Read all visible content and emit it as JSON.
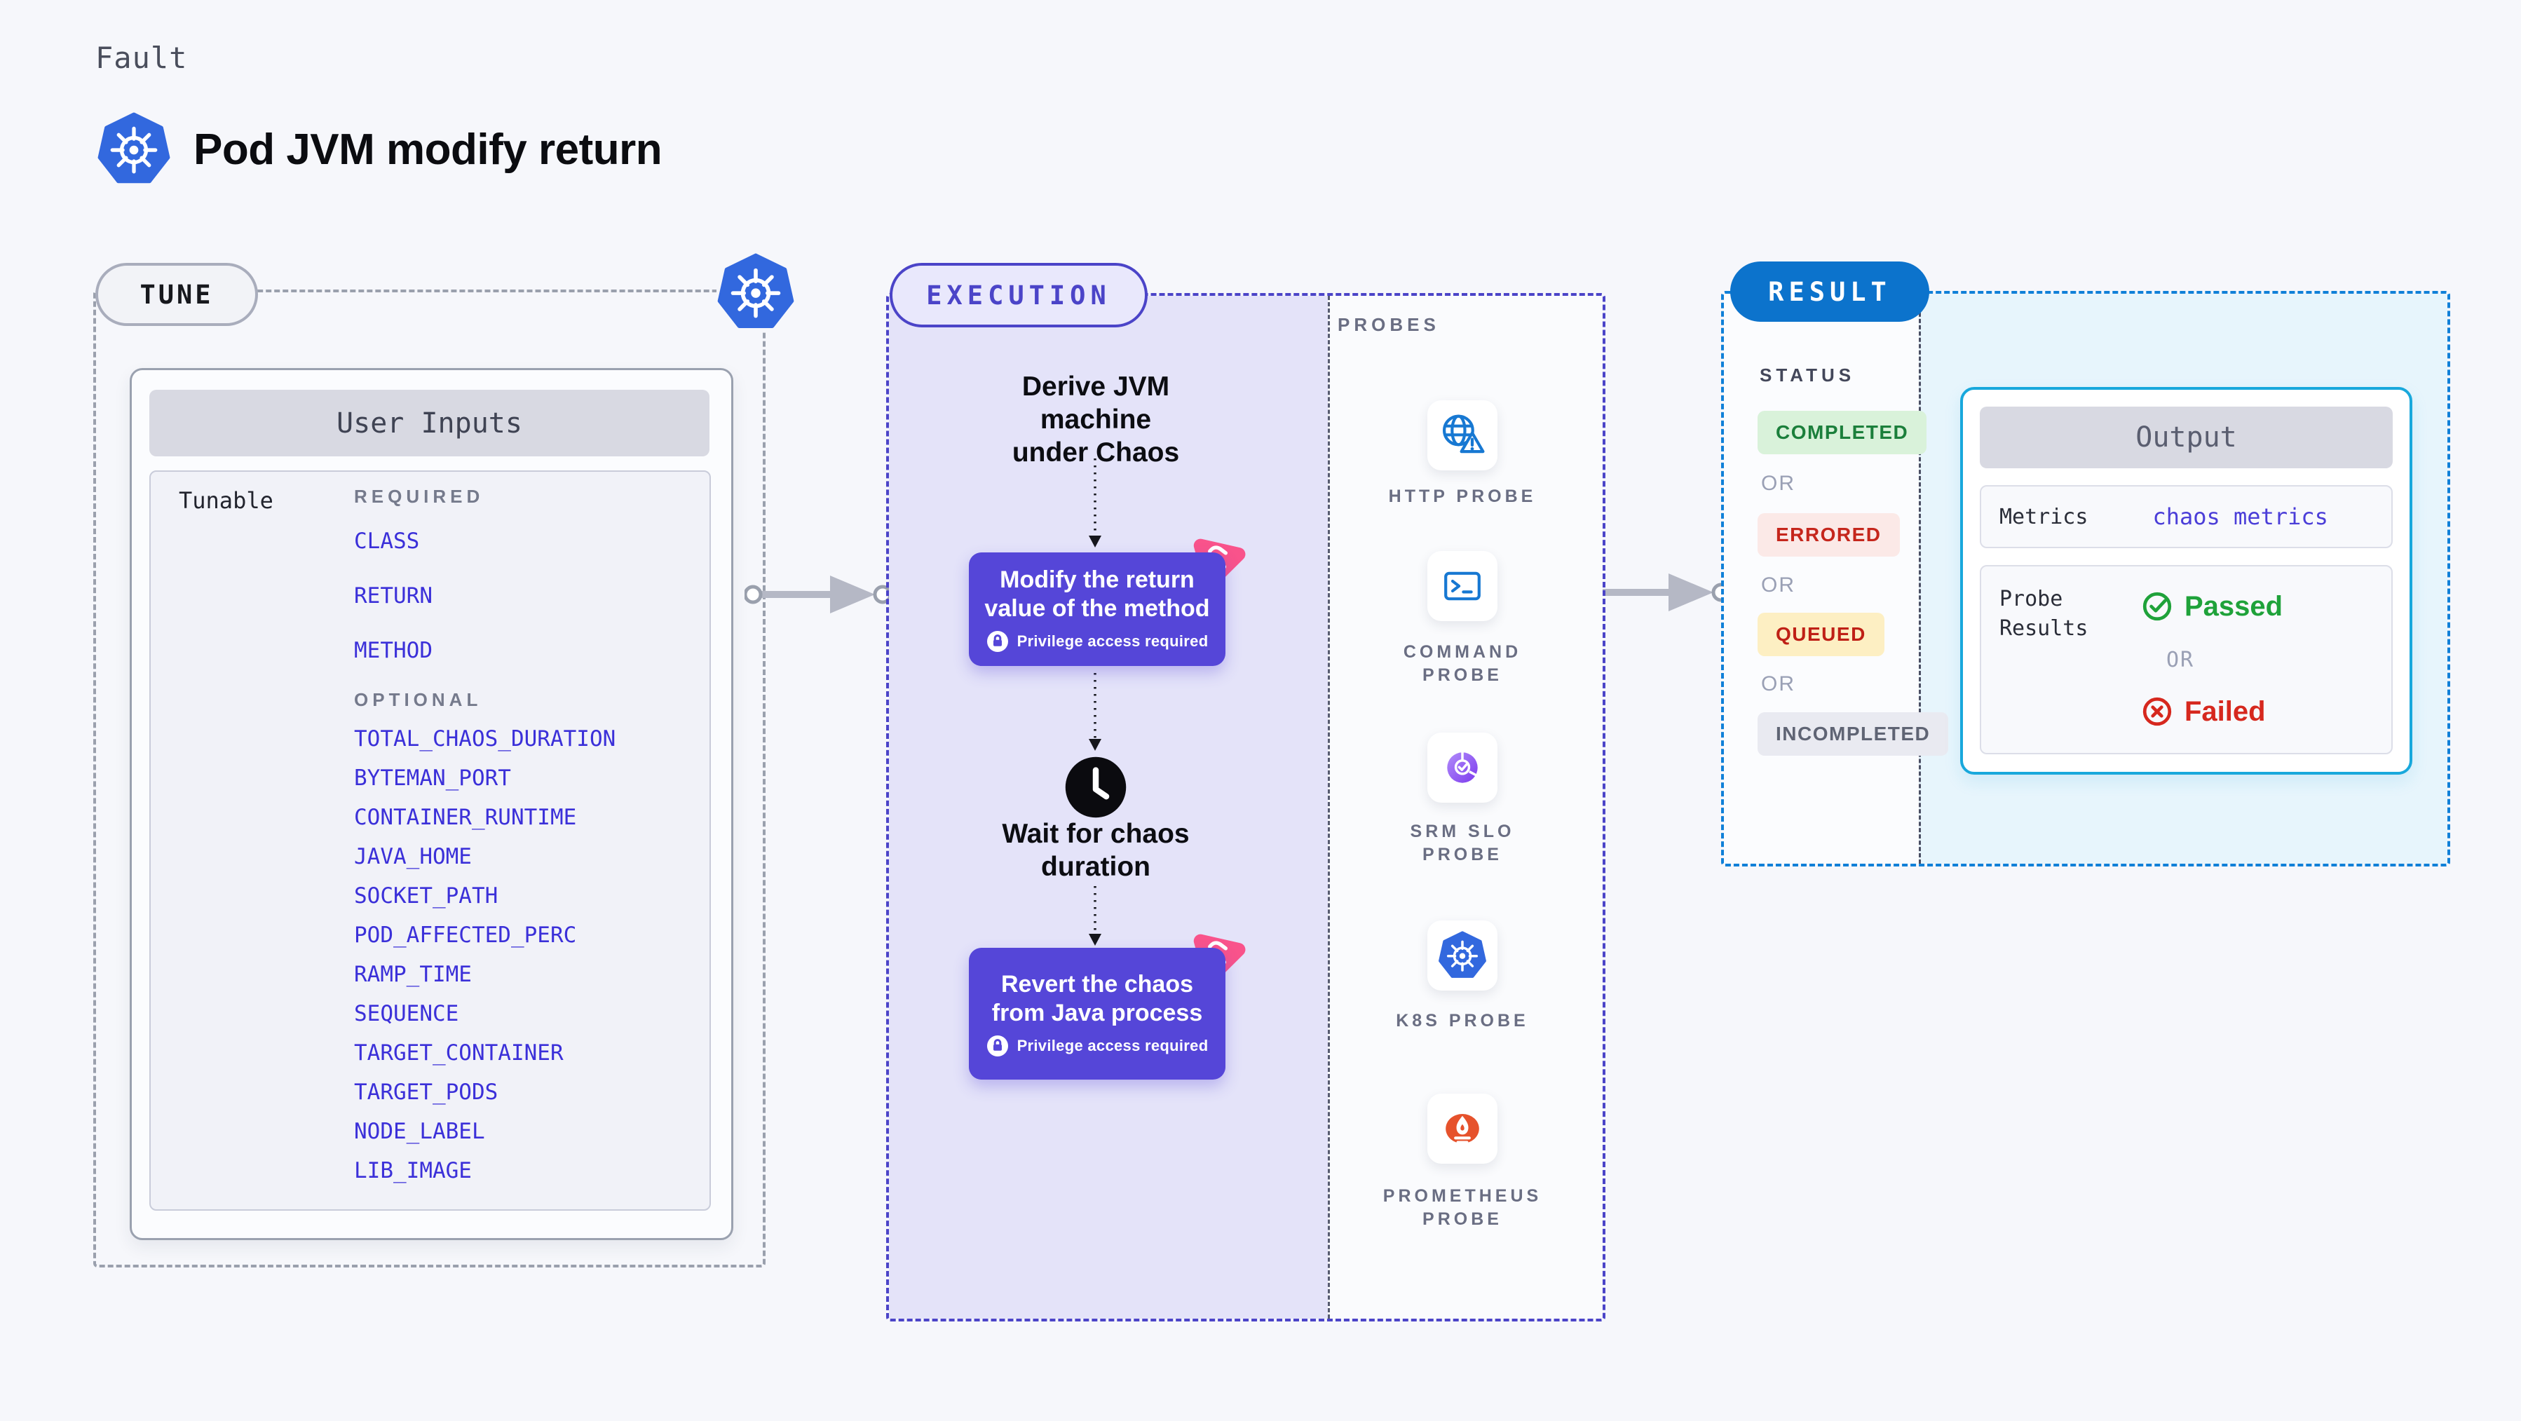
{
  "header": {
    "eyebrow": "Fault",
    "title": "Pod JVM modify return"
  },
  "tune": {
    "badge": "TUNE",
    "card_title": "User Inputs",
    "row_label": "Tunable",
    "required_label": "REQUIRED",
    "optional_label": "OPTIONAL",
    "required_items": [
      "CLASS",
      "RETURN",
      "METHOD"
    ],
    "optional_items": [
      "TOTAL_CHAOS_DURATION",
      "BYTEMAN_PORT",
      "CONTAINER_RUNTIME",
      "JAVA_HOME",
      "SOCKET_PATH",
      "POD_AFFECTED_PERC",
      "RAMP_TIME",
      "SEQUENCE",
      "TARGET_CONTAINER",
      "TARGET_PODS",
      "NODE_LABEL",
      "LIB_IMAGE"
    ]
  },
  "execution": {
    "badge": "EXECUTION",
    "derive_line1": "Derive JVM machine",
    "derive_line2": "under Chaos",
    "modify_line1": "Modify the return",
    "modify_line2": "value of the method",
    "wait_line1": "Wait for chaos",
    "wait_line2": "duration",
    "revert_line1": "Revert the chaos",
    "revert_line2": "from Java process",
    "privilege_note": "Privilege access required",
    "probes_label": "PROBES",
    "probes": [
      {
        "line1": "HTTP PROBE",
        "line2": "",
        "icon": "globe-alert"
      },
      {
        "line1": "COMMAND",
        "line2": "PROBE",
        "icon": "terminal"
      },
      {
        "line1": "SRM SLO",
        "line2": "PROBE",
        "icon": "slo-gauge"
      },
      {
        "line1": "K8S PROBE",
        "line2": "",
        "icon": "kubernetes"
      },
      {
        "line1": "PROMETHEUS",
        "line2": "PROBE",
        "icon": "prometheus"
      }
    ]
  },
  "result": {
    "badge": "RESULT",
    "status_label": "STATUS",
    "or_label": "OR",
    "statuses": [
      {
        "label": "COMPLETED",
        "style": "color:#1b7f3b;background:#d9f2da;"
      },
      {
        "label": "ERRORED",
        "style": "color:#c5261c;background:#fbe9e7;"
      },
      {
        "label": "QUEUED",
        "style": "color:#bf2016;background:#fdefc3;"
      },
      {
        "label": "INCOMPLETED",
        "style": "color:#5f6474;background:#e9eaf1;"
      }
    ],
    "output": {
      "title": "Output",
      "metrics_label": "Metrics",
      "metrics_value": "chaos metrics",
      "probe_results_label": "Probe Results",
      "passed_label": "Passed",
      "or_label": "OR",
      "failed_label": "Failed"
    }
  },
  "colors": {
    "page_background": "#f6f7fb",
    "accent_indigo": "#4b44c8",
    "step_purple": "#5546d8",
    "param_blue": "#3b30d9",
    "result_blue": "#0c73cc",
    "output_border_cyan": "#18a8dc",
    "chaos_pink": "#f9538b",
    "kubernetes_blue": "#3268de",
    "probe_icon_blue": "#1778d2",
    "prometheus_orange": "#e6522c",
    "passed_green": "#1fa23a",
    "failed_red": "#d6281e"
  }
}
